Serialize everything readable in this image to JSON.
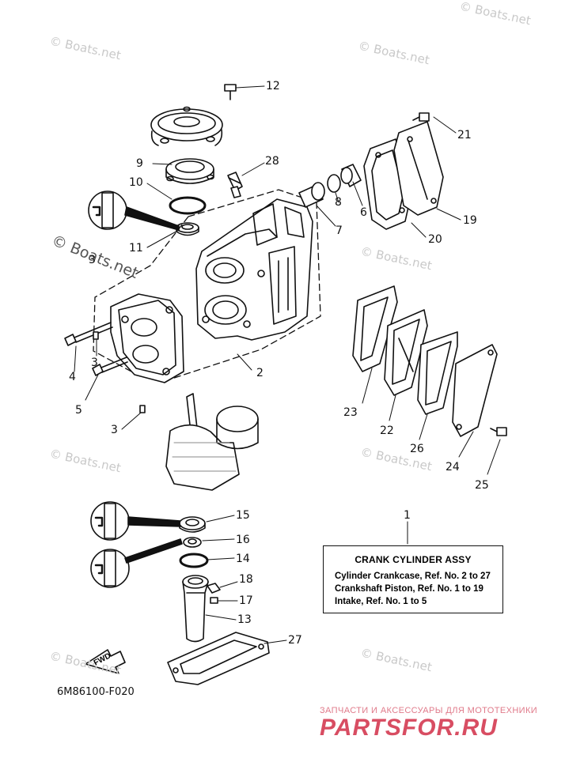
{
  "watermarks": [
    "© Boats.net",
    "© Boats.net",
    "© Boats.net",
    "© Boats.net",
    "© Boats.net",
    "© Boats.net",
    "© Boats.net",
    "© Boats.net"
  ],
  "watermark_main": "© Boats.net",
  "callouts": {
    "c1": "1",
    "c2": "2",
    "c3a": "3",
    "c3b": "3",
    "c3c": "3",
    "c4": "4",
    "c5": "5",
    "c6": "6",
    "c7": "7",
    "c8": "8",
    "c9": "9",
    "c10": "10",
    "c11": "11",
    "c12": "12",
    "c13": "13",
    "c14": "14",
    "c15": "15",
    "c16": "16",
    "c17": "17",
    "c18": "18",
    "c19": "19",
    "c20": "20",
    "c21": "21",
    "c22": "22",
    "c23": "23",
    "c24": "24",
    "c25": "25",
    "c26": "26",
    "c27": "27",
    "c28": "28"
  },
  "assembly_box": {
    "title": "CRANK CYLINDER ASSY",
    "lines": [
      "Cylinder Crankcase,  Ref. No. 2 to 27",
      "Crankshaft Piston,  Ref. No. 1 to 19",
      "Intake,  Ref. No. 1 to 5"
    ]
  },
  "fwd_label": "FWD",
  "diagram_code": "6M86100-F020",
  "shop": {
    "tagline": "ЗАПЧАСТИ И АКСЕССУАРЫ ДЛЯ МОТОТЕХНИКИ",
    "logo": "PARTSFOR.RU"
  }
}
